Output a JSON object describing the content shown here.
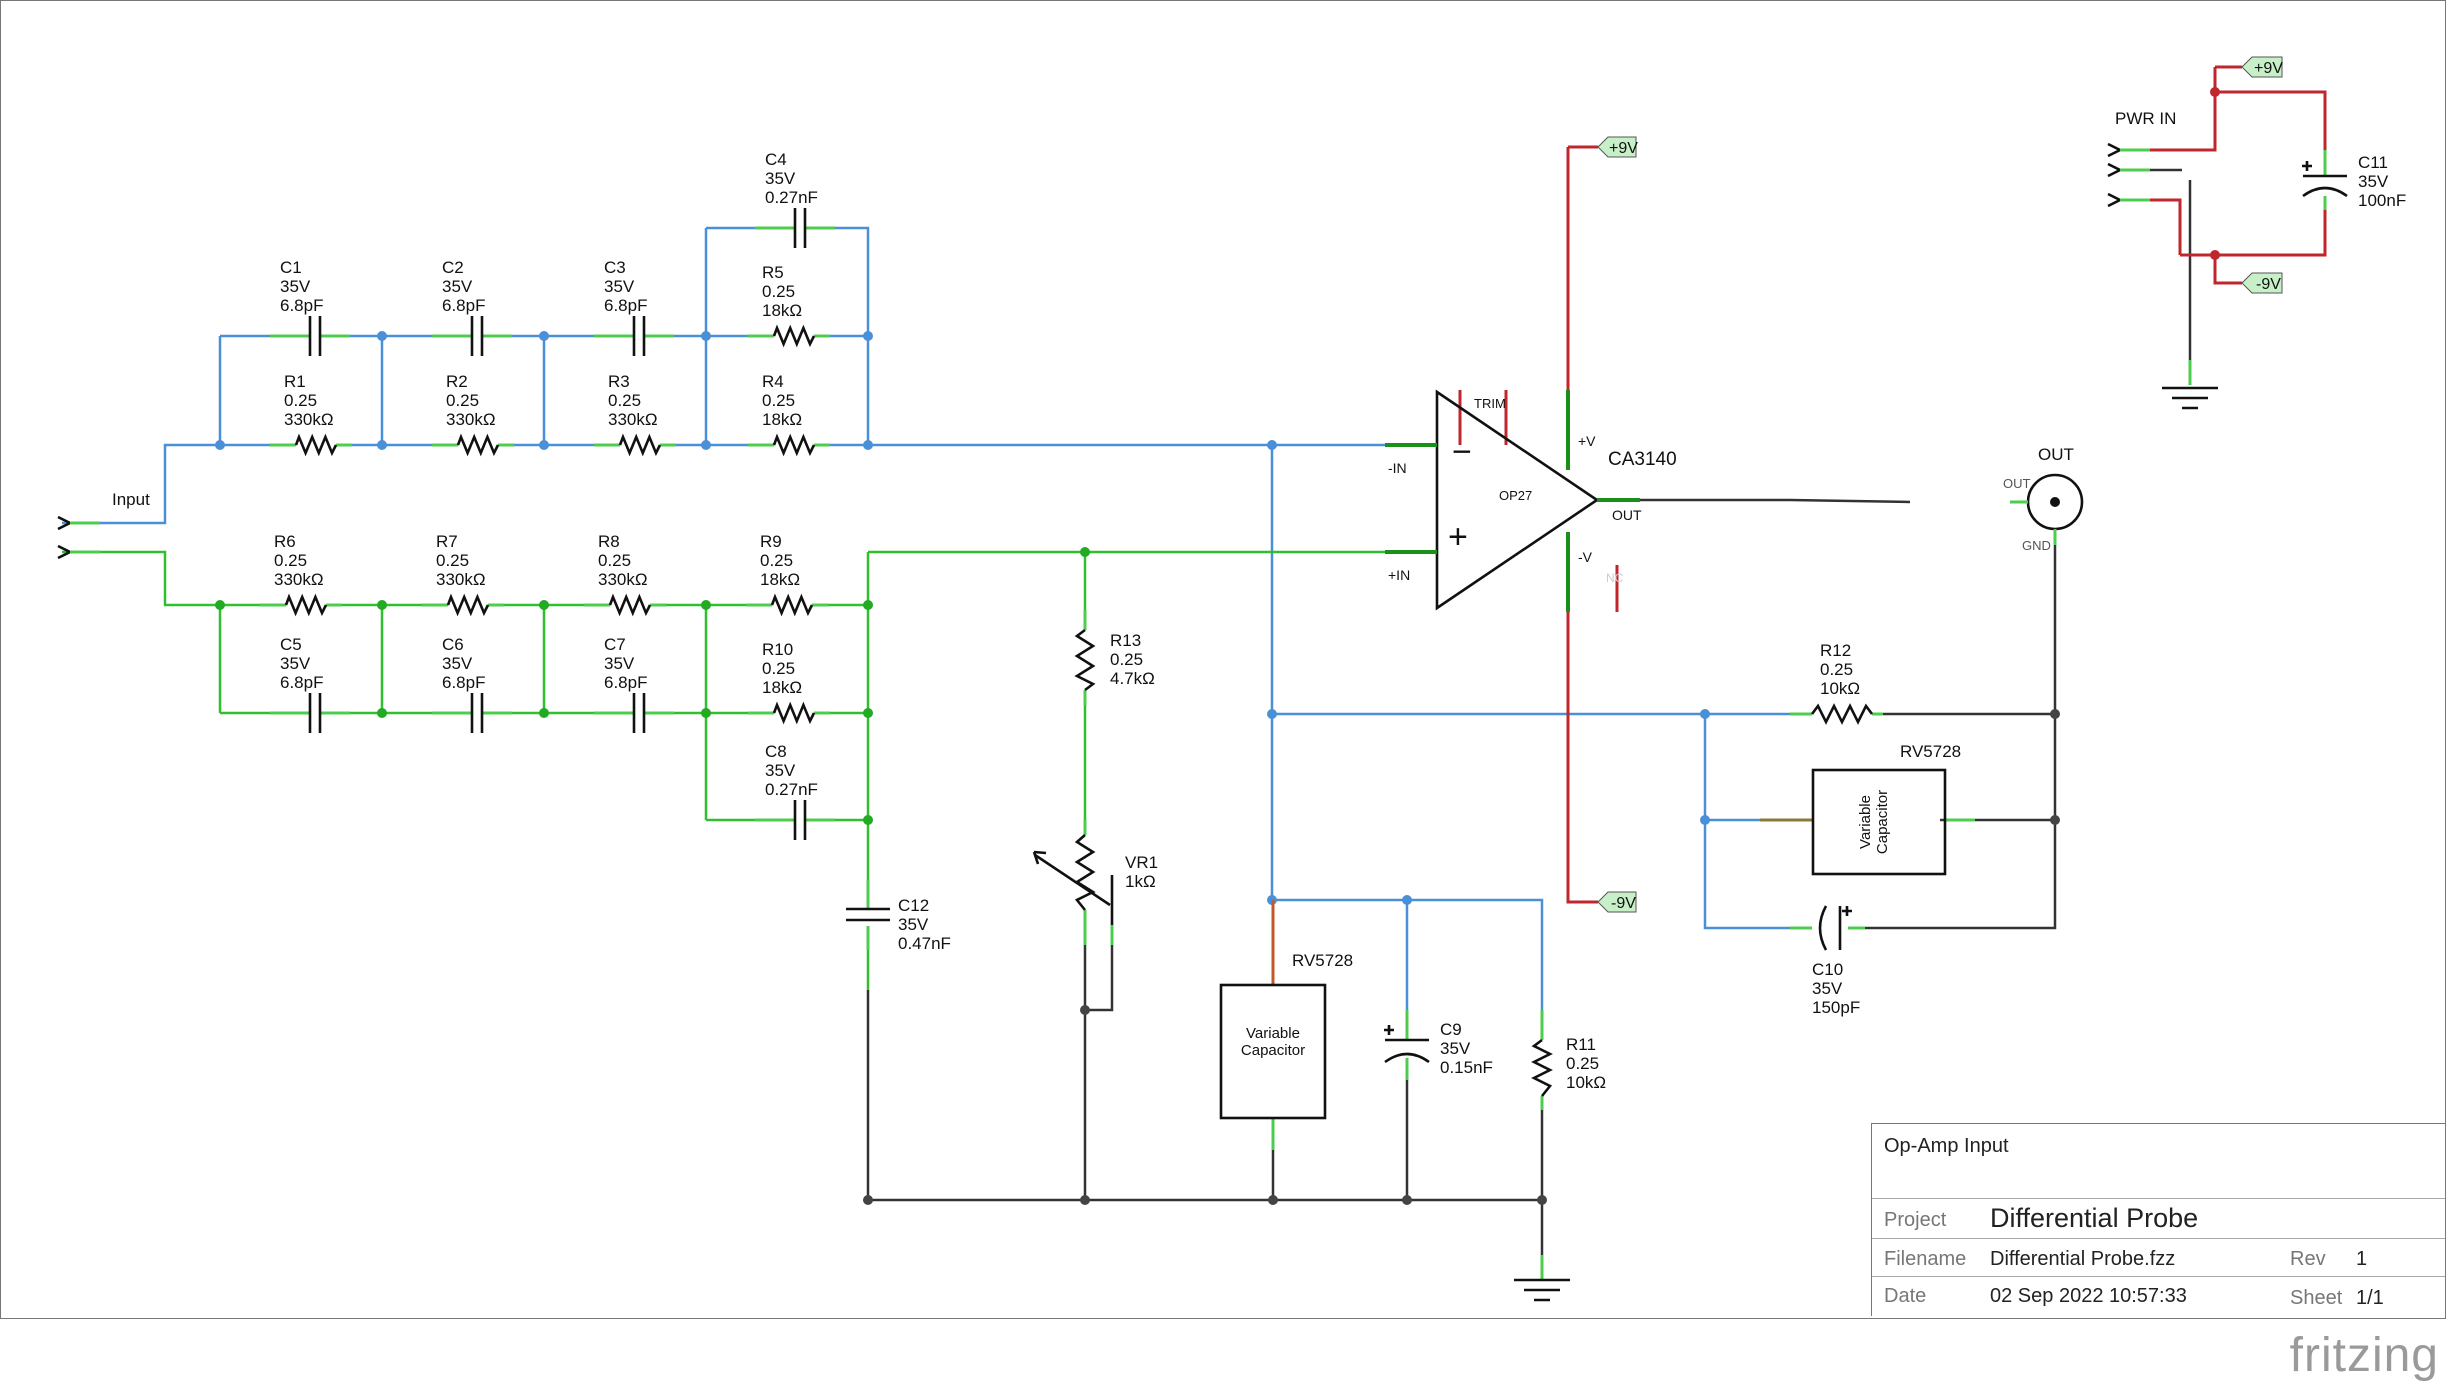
{
  "sheet_title": "Op-Amp Input",
  "project_label": "Project",
  "project": "Differential Probe",
  "filename_label": "Filename",
  "filename": "Differential Probe.fzz",
  "rev_label": "Rev",
  "rev": "1",
  "date_label": "Date",
  "date": "02 Sep 2022 10:57:33",
  "sheet_label": "Sheet",
  "sheet": "1/1",
  "brand": "fritzing",
  "connectors": {
    "input": "Input",
    "pwr_in": "PWR IN",
    "out": "OUT",
    "out_pin": "OUT",
    "gnd_pin": "GND",
    "vplus_top": "+9V",
    "vplus_op": "+9V",
    "vminus_top": "-9V",
    "vminus_op": "-9V"
  },
  "opamp": {
    "name": "CA3140",
    "type": "OP27",
    "trim": "TRIM",
    "nc": "NC",
    "in_minus": "-IN",
    "in_plus": "+IN",
    "out": "OUT",
    "vp": "+V",
    "vn": "-V",
    "minus_sign": "−",
    "plus_sign": "+"
  },
  "parts": {
    "C1": [
      "C1",
      "35V",
      "6.8pF"
    ],
    "C2": [
      "C2",
      "35V",
      "6.8pF"
    ],
    "C3": [
      "C3",
      "35V",
      "6.8pF"
    ],
    "C4": [
      "C4",
      "35V",
      "0.27nF"
    ],
    "R5": [
      "R5",
      "0.25",
      "18kΩ"
    ],
    "R1": [
      "R1",
      "0.25",
      "330kΩ"
    ],
    "R2": [
      "R2",
      "0.25",
      "330kΩ"
    ],
    "R3": [
      "R3",
      "0.25",
      "330kΩ"
    ],
    "R4": [
      "R4",
      "0.25",
      "18kΩ"
    ],
    "R6": [
      "R6",
      "0.25",
      "330kΩ"
    ],
    "R7": [
      "R7",
      "0.25",
      "330kΩ"
    ],
    "R8": [
      "R8",
      "0.25",
      "330kΩ"
    ],
    "R9": [
      "R9",
      "0.25",
      "18kΩ"
    ],
    "C5": [
      "C5",
      "35V",
      "6.8pF"
    ],
    "C6": [
      "C6",
      "35V",
      "6.8pF"
    ],
    "C7": [
      "C7",
      "35V",
      "6.8pF"
    ],
    "R10": [
      "R10",
      "0.25",
      "18kΩ"
    ],
    "C8": [
      "C8",
      "35V",
      "0.27nF"
    ],
    "C12": [
      "C12",
      "35V",
      "0.47nF"
    ],
    "R13": [
      "R13",
      "0.25",
      "4.7kΩ"
    ],
    "VR1": [
      "VR1",
      "1kΩ"
    ],
    "RV5728a": [
      "RV5728"
    ],
    "RV5728b": [
      "RV5728"
    ],
    "C9": [
      "C9",
      "35V",
      "0.15nF"
    ],
    "R11": [
      "R11",
      "0.25",
      "10kΩ"
    ],
    "R12": [
      "R12",
      "0.25",
      "10kΩ"
    ],
    "C10": [
      "C10",
      "35V",
      "150pF"
    ],
    "C11": [
      "C11",
      "35V",
      "100nF"
    ]
  },
  "varcap": [
    "Variable",
    "Capacitor"
  ]
}
